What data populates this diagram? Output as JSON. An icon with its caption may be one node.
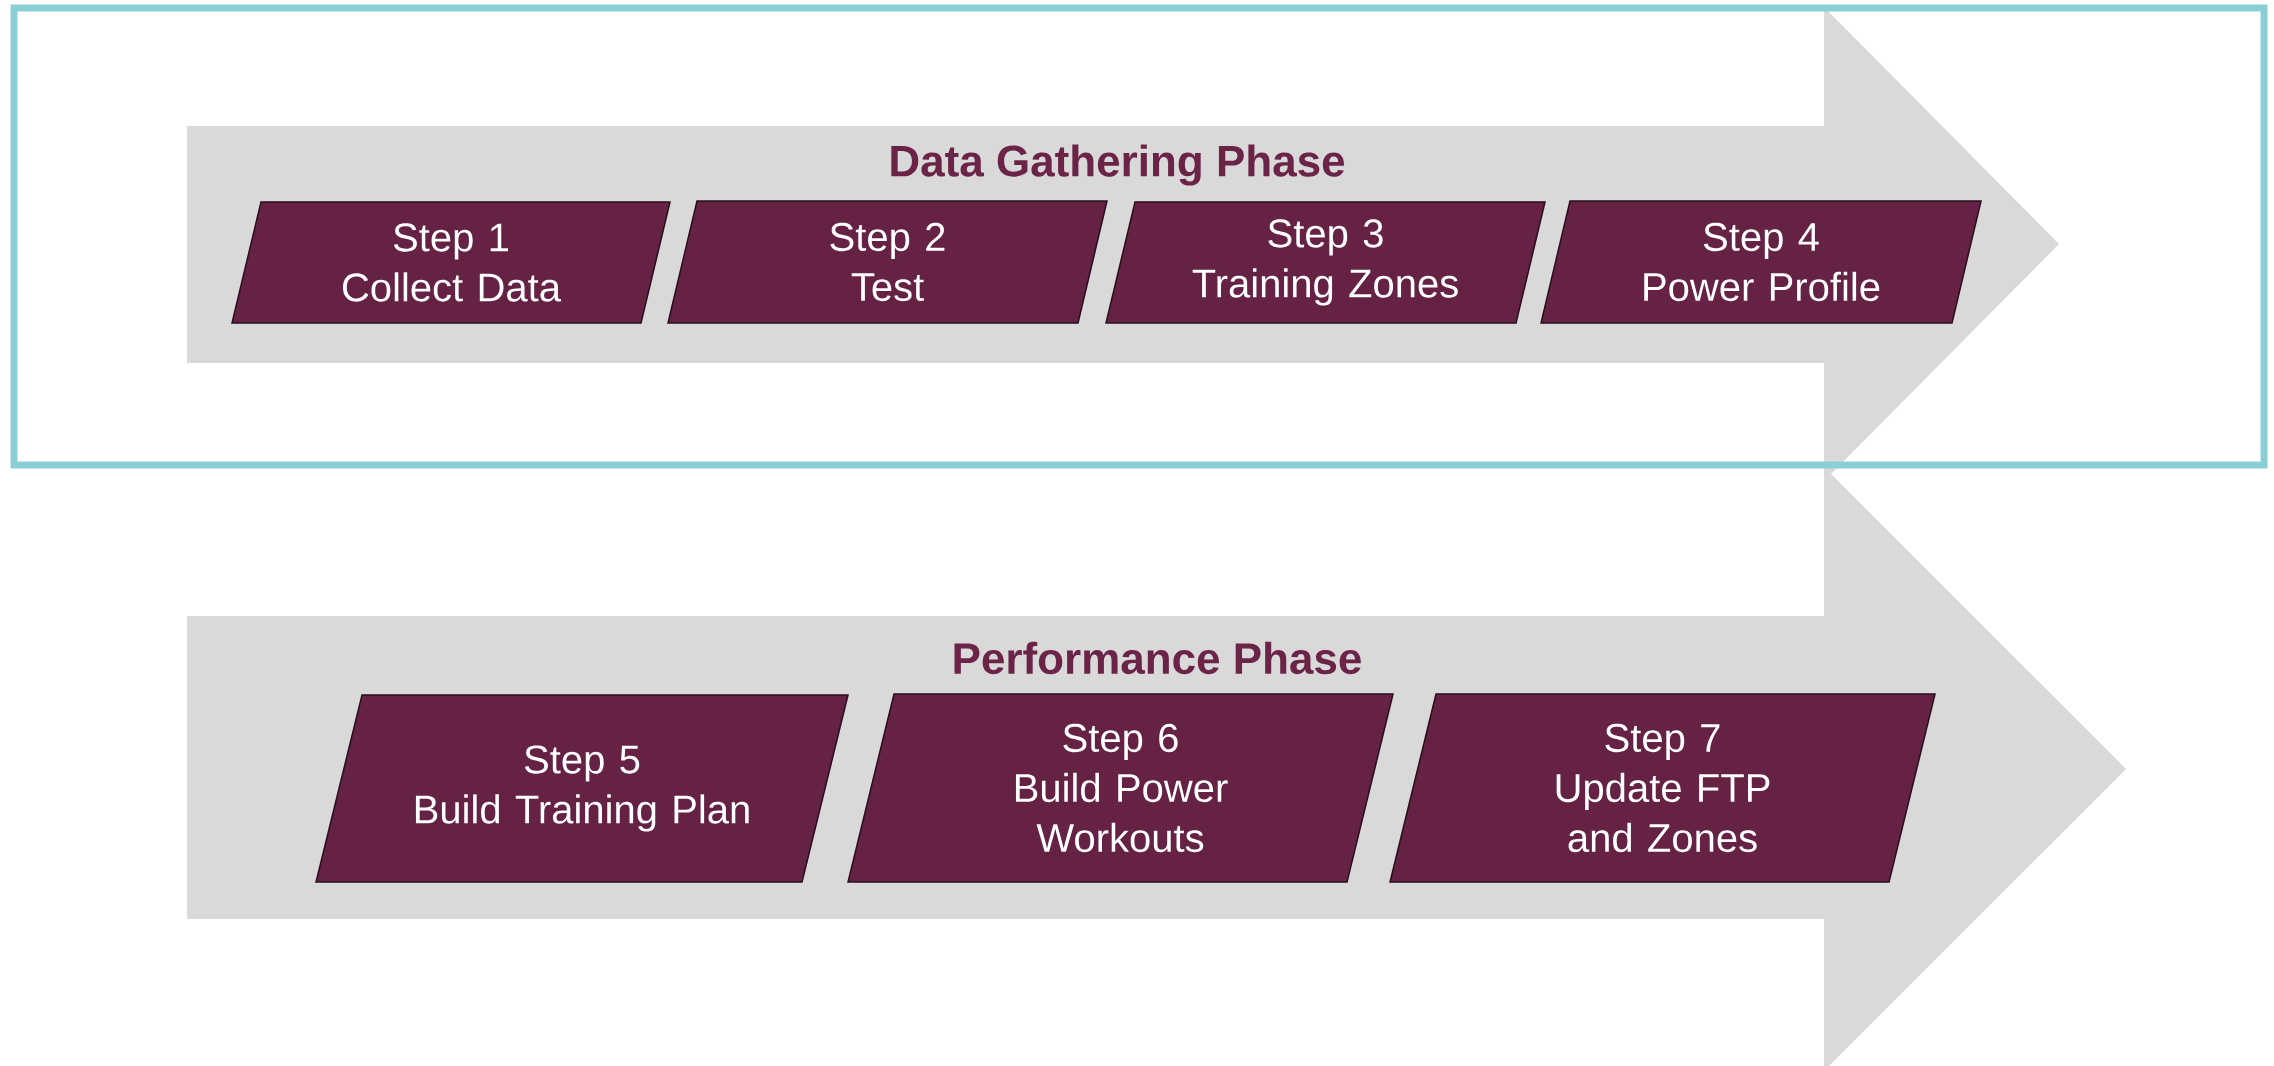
{
  "diagram": {
    "nodes": [
      {
        "text": [
          "Data Gathering Phase"
        ]
      },
      {
        "text": [
          "Step 1",
          "Collect Data"
        ],
        "in": 0
      },
      {
        "text": [
          "Step 2",
          "Test"
        ],
        "in": 0
      },
      {
        "text": [
          "Step 3",
          "Training Zones"
        ],
        "in": 0
      },
      {
        "text": [
          "Step 4",
          "Power Profile"
        ],
        "in": 0
      },
      {
        "text": [
          "Performance Phase"
        ]
      },
      {
        "text": [
          "Step 5",
          "Build Training Plan"
        ],
        "in": 5
      },
      {
        "text": [
          "Step 6",
          "Build Power Workouts"
        ],
        "in": 5
      },
      {
        "text": [
          "Step 7",
          "Update FTP and Zones"
        ],
        "in": 5
      }
    ]
  }
}
